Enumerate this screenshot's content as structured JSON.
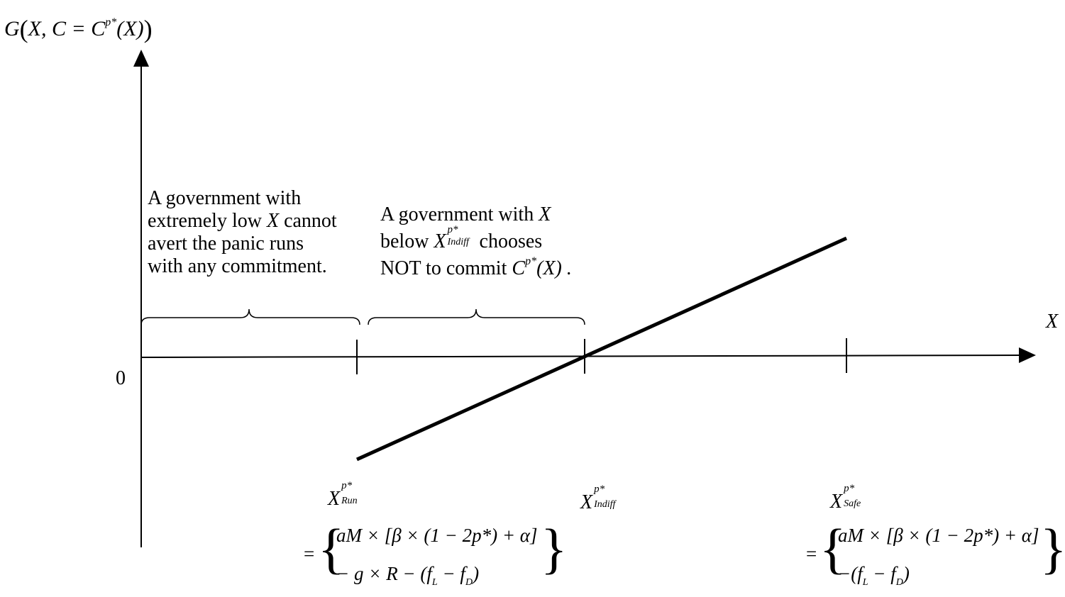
{
  "y_axis_label": {
    "G": "G",
    "open": "(",
    "X": "X",
    "comma_C": ", C = C",
    "sup": "p*",
    "arg": "(X)",
    "close": ")"
  },
  "x_axis_label": "X",
  "origin_label": "0",
  "annotation_left": {
    "line1": "A government with",
    "line2a": "extremely low ",
    "line2b": "X",
    "line2c": " cannot",
    "line3": "avert the panic runs",
    "line4": "with any commitment."
  },
  "annotation_middle": {
    "line1a": "A government with ",
    "line1b": "X",
    "line2a": "below  ",
    "line2b": "X",
    "line2sup": "p*",
    "line2sub": "Indiff",
    "line2c": "  chooses",
    "line3a": "NOT to commit  ",
    "line3b": "C",
    "line3sup": "p*",
    "line3c": "(X) ."
  },
  "x_run": {
    "X": "X",
    "sup": "p*",
    "sub": "Run",
    "eq": "=",
    "row1": "aM × [β × (1 − 2p*) + α]",
    "row2": "− g × R − (f",
    "row2sub1": "L",
    "row2mid": " − f",
    "row2sub2": "D",
    "row2end": ")"
  },
  "x_indiff": {
    "X": "X",
    "sup": "p*",
    "sub": "Indiff"
  },
  "x_safe": {
    "X": "X",
    "sup": "p*",
    "sub": "Safe",
    "eq": "=",
    "row1": "aM × [β × (1 − 2p*) + α]",
    "row2": "−(f",
    "row2sub1": "L",
    "row2mid": " − f",
    "row2sub2": "D",
    "row2end": ")"
  },
  "line_G": {
    "type": "linear",
    "slope_sign": "positive",
    "zero_at": "X_Indiff^p*",
    "from": "X_Run^p*",
    "to": "X_Safe^p*"
  }
}
